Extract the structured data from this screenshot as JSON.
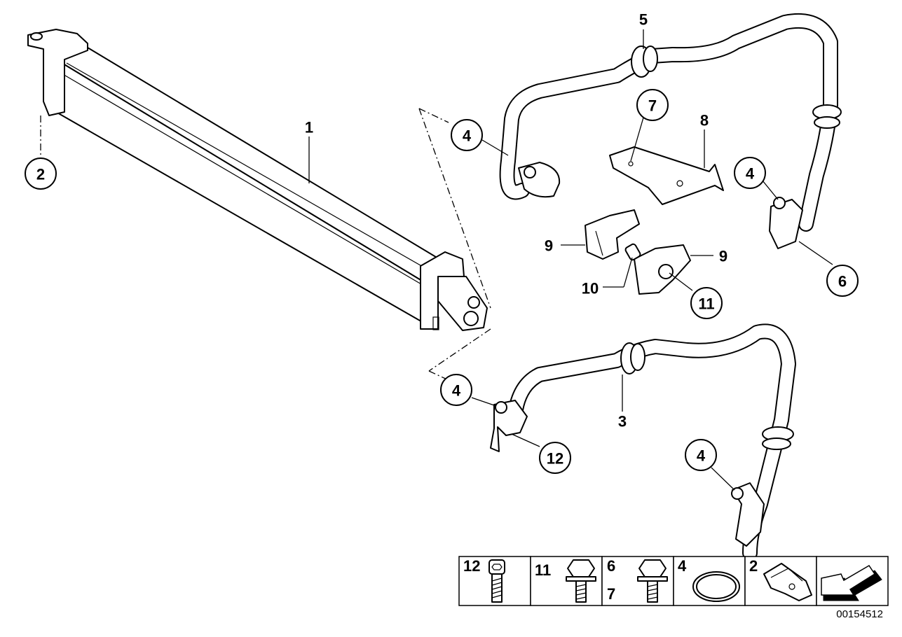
{
  "diagram": {
    "doc_number": "00154512",
    "callouts": {
      "c1": "1",
      "c2": "2",
      "c3": "3",
      "c4a": "4",
      "c4b": "4",
      "c4c": "4",
      "c4d": "4",
      "c5": "5",
      "c6": "6",
      "c7": "7",
      "c8": "8",
      "c9a": "9",
      "c9b": "9",
      "c10": "10",
      "c11": "11",
      "c12": "12"
    },
    "legend": [
      {
        "label": "12",
        "icon": "cap-screw-icon"
      },
      {
        "label": "11",
        "icon": "hex-bolt-icon"
      },
      {
        "label": "6",
        "label2": "7",
        "icon": "hex-bolt-icon"
      },
      {
        "label": "4",
        "icon": "o-ring-icon"
      },
      {
        "label": "2",
        "icon": "clip-nut-icon"
      },
      {
        "icon": "arrow-icon"
      }
    ]
  }
}
